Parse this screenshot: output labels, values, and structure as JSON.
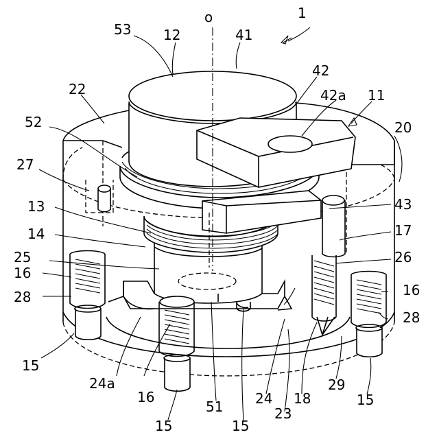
{
  "figure": {
    "axis_label": "o",
    "labels": {
      "ref_1": "1",
      "ref_53": "53",
      "ref_12": "12",
      "ref_41": "41",
      "ref_42": "42",
      "ref_42a": "42a",
      "ref_11": "11",
      "ref_22": "22",
      "ref_52": "52",
      "ref_20": "20",
      "ref_27": "27",
      "ref_43": "43",
      "ref_13": "13",
      "ref_17": "17",
      "ref_14": "14",
      "ref_25": "25",
      "ref_26": "26",
      "ref_16_left": "16",
      "ref_16_right": "16",
      "ref_16_bottom": "16",
      "ref_28_left": "28",
      "ref_28_right": "28",
      "ref_15_left": "15",
      "ref_15_right": "15",
      "ref_15_bottom": "15",
      "ref_15_center": "15",
      "ref_24a": "24a",
      "ref_51": "51",
      "ref_24": "24",
      "ref_18": "18",
      "ref_29": "29",
      "ref_23": "23"
    }
  }
}
